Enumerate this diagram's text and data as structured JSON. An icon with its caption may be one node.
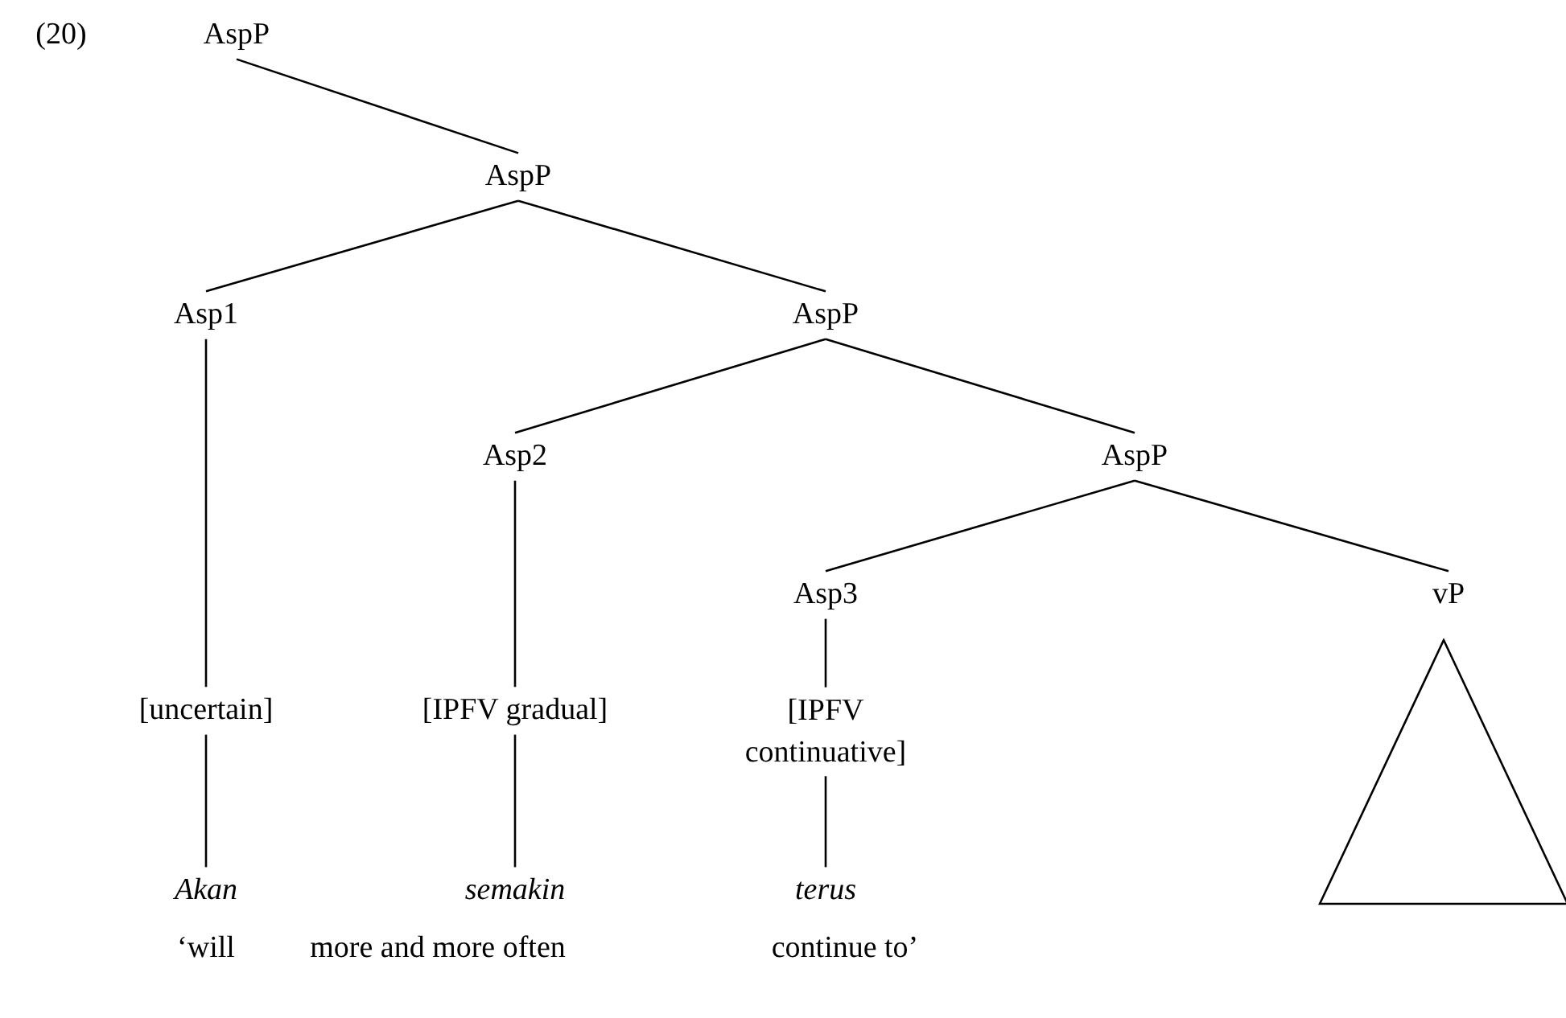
{
  "diagram": {
    "nodes": [
      {
        "text": [
          "AspP"
        ]
      },
      {
        "text": [
          "AspP"
        ]
      },
      {
        "text": [
          "Asp1"
        ]
      },
      {
        "text": [
          "AspP"
        ]
      },
      {
        "text": [
          "Asp2"
        ]
      },
      {
        "text": [
          "AspP"
        ]
      },
      {
        "text": [
          "Asp3"
        ]
      },
      {
        "text": [
          "vP"
        ]
      },
      {
        "text": [
          "[uncertain]"
        ]
      },
      {
        "text": [
          "[IPFV gradual]"
        ]
      },
      {
        "text": [
          "[IPFV continuative]"
        ]
      },
      {
        "text": [],
        "shape": "triangle"
      },
      {
        "text": [
          "Akan"
        ]
      },
      {
        "text": [
          "semakin"
        ]
      },
      {
        "text": [
          "terus"
        ]
      }
    ],
    "edges": [
      {
        "from": 0,
        "to": 1,
        "arrow": "none"
      },
      {
        "from": 1,
        "to": 2,
        "arrow": "none"
      },
      {
        "from": 1,
        "to": 3,
        "arrow": "none"
      },
      {
        "from": 2,
        "to": 8,
        "arrow": "none"
      },
      {
        "from": 3,
        "to": 4,
        "arrow": "none"
      },
      {
        "from": 3,
        "to": 5,
        "arrow": "none"
      },
      {
        "from": 4,
        "to": 9,
        "arrow": "none"
      },
      {
        "from": 5,
        "to": 6,
        "arrow": "none"
      },
      {
        "from": 5,
        "to": 7,
        "arrow": "none"
      },
      {
        "from": 6,
        "to": 10,
        "arrow": "none"
      },
      {
        "from": 8,
        "to": 12,
        "arrow": "none"
      },
      {
        "from": 9,
        "to": 13,
        "arrow": "none"
      },
      {
        "from": 10,
        "to": 14,
        "arrow": "none"
      }
    ],
    "labels": [
      "(20)",
      "‘will",
      "more and more often",
      "continue to’"
    ]
  }
}
